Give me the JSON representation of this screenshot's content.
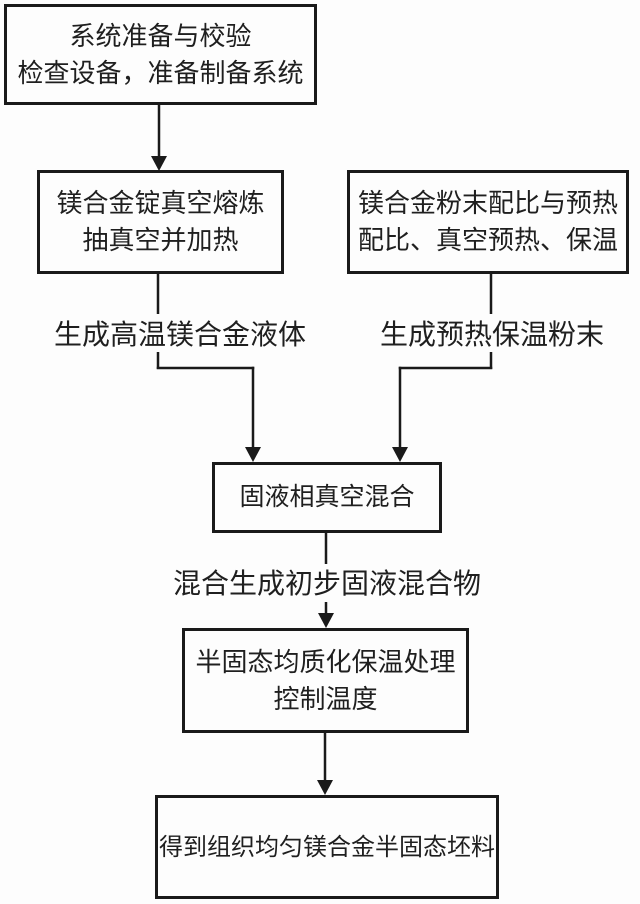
{
  "colors": {
    "line": "#1a1a1a",
    "box_border": "#1a1a1a",
    "background": "#fdfdfd",
    "text": "#1f1f1f"
  },
  "boxes": {
    "prepare": {
      "line1": "系统准备与校验",
      "line2": "检查设备，准备制备系统"
    },
    "melt": {
      "line1": "镁合金锭真空熔炼",
      "line2": "抽真空并加热"
    },
    "powder": {
      "line1": "镁合金粉末配比与预热",
      "line2": "配比、真空预热、保温"
    },
    "mix": {
      "line1": "固液相真空混合"
    },
    "homogenize": {
      "line1": "半固态均质化保温处理",
      "line2": "控制温度"
    },
    "billet": {
      "line1": "得到组织均匀镁合金半固态坯料"
    }
  },
  "edge_labels": {
    "liquid": "生成高温镁合金液体",
    "preheated_powder": "生成预热保温粉末",
    "mixture": "混合生成初步固液混合物"
  }
}
